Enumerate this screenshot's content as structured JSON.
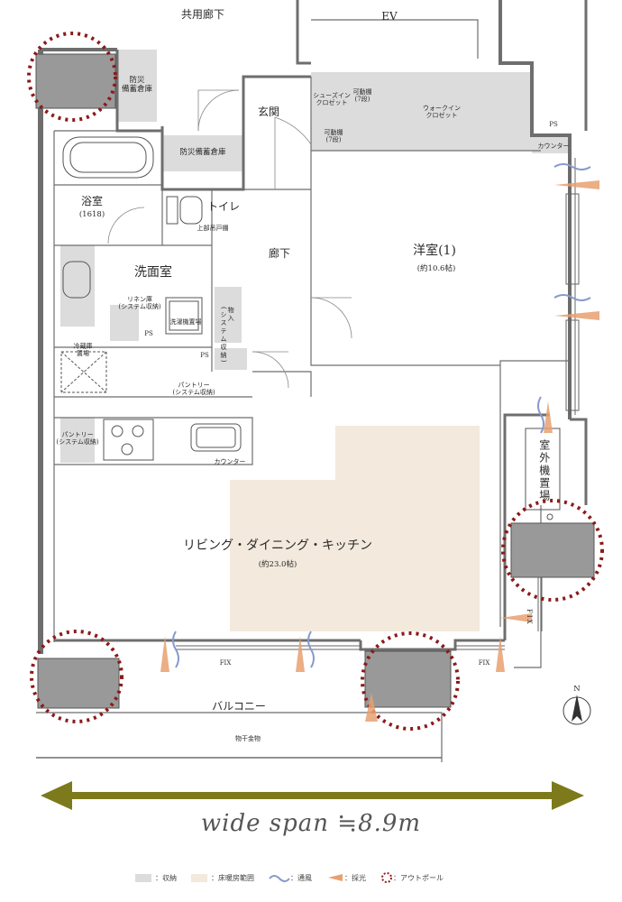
{
  "colors": {
    "storage": "#dcdcdc",
    "floor_heating": "#f3e9dc",
    "wall": "#7a7a7a",
    "outpole": "#8b1a1a",
    "arrow": "#7d7a1b",
    "vent": "#8899cc",
    "light": "#e8a070"
  },
  "labels": {
    "common_corridor": "共用廊下",
    "ev": "EV",
    "disaster_storage_1": "防災\n備蓄倉庫",
    "disaster_storage_2": "防災備蓄倉庫",
    "entrance": "玄関",
    "shoes_closet": "シューズイン\nクロゼット",
    "movable_shelf_1": "可動棚\n(7段)",
    "movable_shelf_2": "可動棚\n(7段)",
    "walkin_closet": "ウォークイン\nクロゼット",
    "ps_1": "PS",
    "counter_1": "カウンター",
    "bathroom": "浴室",
    "bathroom_size": "(1618)",
    "toilet": "トイレ",
    "upper_cabinet": "上部吊戸棚",
    "corridor": "廊下",
    "western_room": "洋室(1)",
    "western_room_size": "(約10.6帖)",
    "washroom": "洗面室",
    "linen": "リネン庫\n(システム収納)",
    "ps_2": "PS",
    "laundry": "洗濯機置場",
    "storage": "物入\n(システム収納)",
    "fridge": "冷蔵庫\n置場",
    "ps_3": "PS",
    "pantry_1": "パントリー\n(システム収納)",
    "pantry_2": "パントリー\n(システム収納)",
    "counter_2": "カウンター",
    "outdoor_unit": "室外機置場",
    "ldk": "リビング・ダイニング・キッチン",
    "ldk_size": "(約23.0帖)",
    "fix_1": "FIX",
    "fix_2": "FIX",
    "fix_3": "FIX",
    "balcony": "バルコニー",
    "drying": "物干金物",
    "north": "N"
  },
  "wide_span": "wide span ≒8.9m",
  "legend": {
    "storage": "：収納",
    "floor_heating": "：床暖房範囲",
    "ventilation": "：通風",
    "daylight": "：採光",
    "outpole": "：アウトポール"
  }
}
